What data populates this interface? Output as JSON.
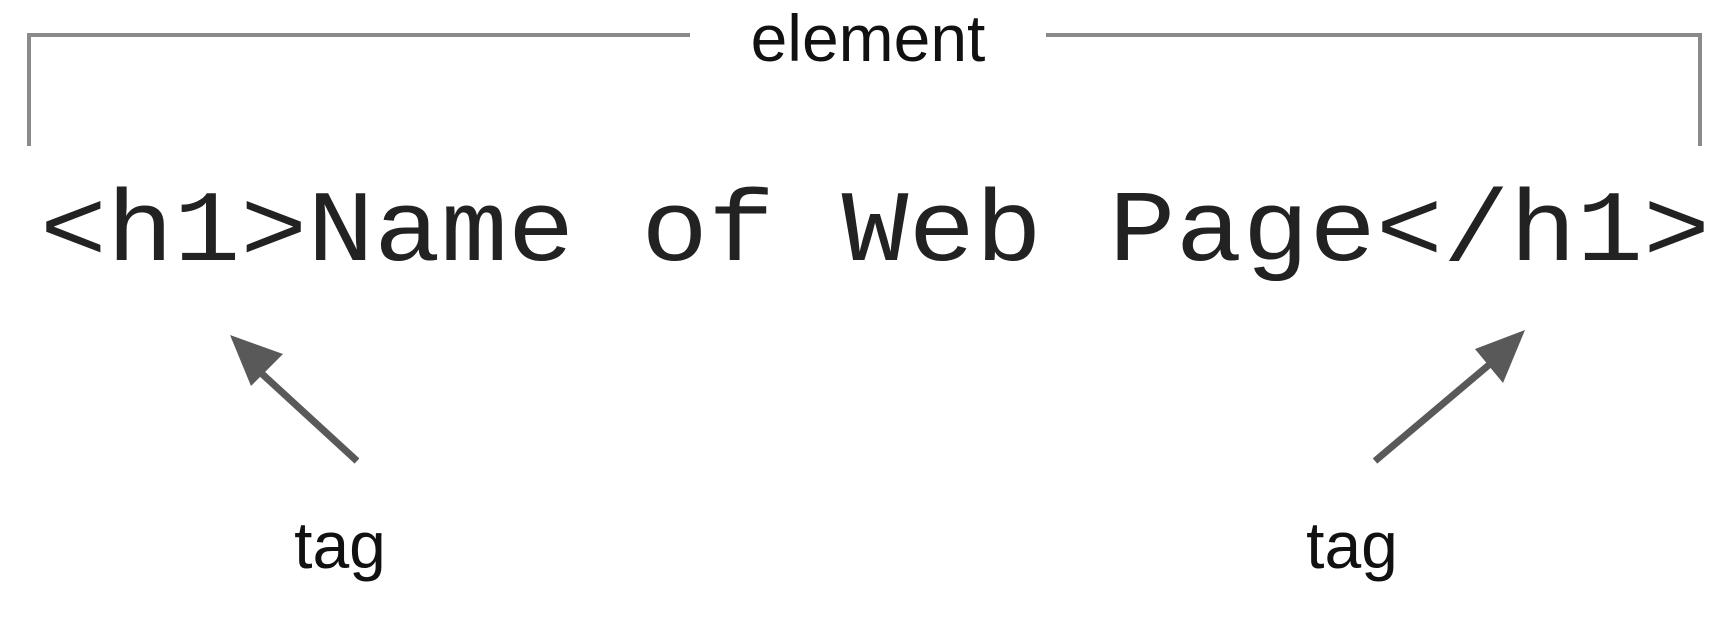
{
  "element_label": "element",
  "code_line": "<h1>Name of Web Page</h1>",
  "tags": [
    {
      "label": "tag"
    },
    {
      "label": "tag"
    }
  ],
  "colors": {
    "bracket": "#8a8a8a",
    "arrow": "#595959",
    "text": "#111111",
    "background": "#ffffff"
  }
}
